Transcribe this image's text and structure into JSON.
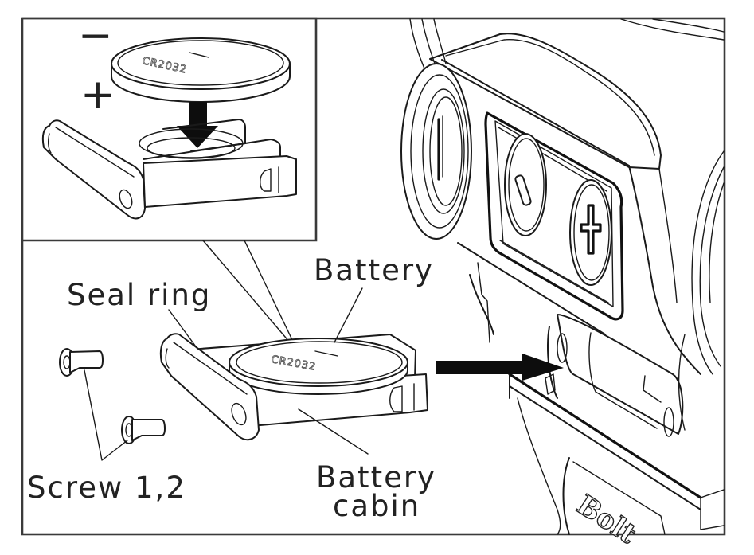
{
  "diagram": {
    "title": "Battery replacement",
    "inset": {
      "negative_symbol": "−",
      "positive_symbol": "+",
      "battery_marking": "CR2032",
      "battery_top_mark": "−"
    },
    "labels": {
      "battery": "Battery",
      "seal_ring": "Seal ring",
      "screws": "Screw 1,2",
      "battery_cabin_line1": "Battery",
      "battery_cabin_line2": "cabin"
    },
    "device": {
      "left_knob_symbol": "−",
      "right_knob_symbol": "+",
      "logo_text": "Bolt"
    },
    "colors": {
      "line": "#1a1a1a",
      "background": "#ffffff",
      "frame": "#3a3a3a"
    }
  }
}
